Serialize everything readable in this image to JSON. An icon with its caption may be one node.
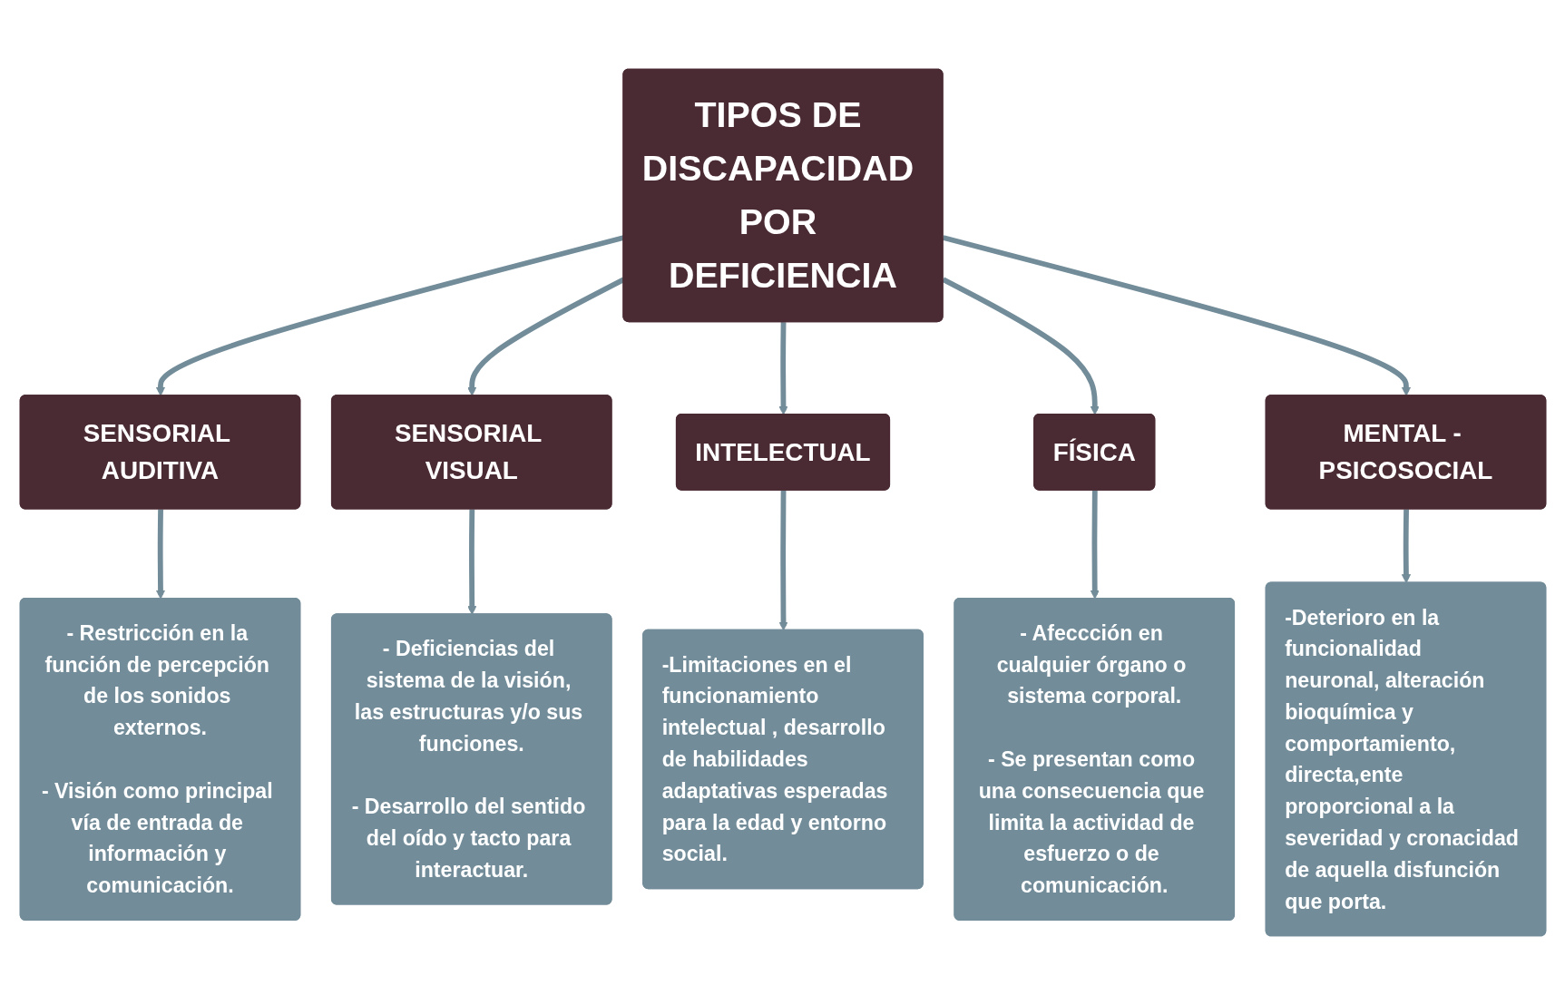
{
  "diagram": {
    "nodes": [
      {
        "text": [
          "TIPOS DE DISCAPACIDAD POR DEFICIENCIA"
        ]
      },
      {
        "text": [
          "SENSORIAL AUDITIVA"
        ]
      },
      {
        "text": [
          "SENSORIAL VISUAL"
        ]
      },
      {
        "text": [
          "INTELECTUAL"
        ]
      },
      {
        "text": [
          "FÍSICA"
        ]
      },
      {
        "text": [
          "MENTAL - PSICOSOCIAL"
        ]
      },
      {
        "text": [
          "- Restricción en la función de percepción de los sonidos externos.",
          "- Visión como principal vía de entrada de información y comunicación."
        ]
      },
      {
        "text": [
          "- Deficiencias del sistema de la visión, las estructuras y/o sus funciones.",
          "- Desarrollo del sentido del oído y tacto para interactuar."
        ]
      },
      {
        "text": [
          "-Limitaciones en el funcionamiento intelectual , desarrollo de habilidades adaptativas esperadas para la edad y entorno social."
        ]
      },
      {
        "text": [
          "- Afeccción en cualquier órgano o sistema corporal.",
          "- Se presentan como una consecuencia que limita la actividad de esfuerzo o de comunicación."
        ]
      },
      {
        "text": [
          "-Deterioro en la funcionalidad neuronal, alteración bioquímica y comportamiento, directa,ente proporcional a la severidad y cronacidad de aquella disfunción que porta."
        ]
      }
    ],
    "edges": [
      {
        "from": 0,
        "to": 1,
        "arrow": "to"
      },
      {
        "from": 0,
        "to": 2,
        "arrow": "to"
      },
      {
        "from": 0,
        "to": 3,
        "arrow": "to"
      },
      {
        "from": 0,
        "to": 4,
        "arrow": "to"
      },
      {
        "from": 0,
        "to": 5,
        "arrow": "to"
      },
      {
        "from": 1,
        "to": 6,
        "arrow": "to"
      },
      {
        "from": 2,
        "to": 7,
        "arrow": "to"
      },
      {
        "from": 3,
        "to": 8,
        "arrow": "to"
      },
      {
        "from": 4,
        "to": 9,
        "arrow": "to"
      },
      {
        "from": 5,
        "to": 10,
        "arrow": "to"
      }
    ]
  }
}
